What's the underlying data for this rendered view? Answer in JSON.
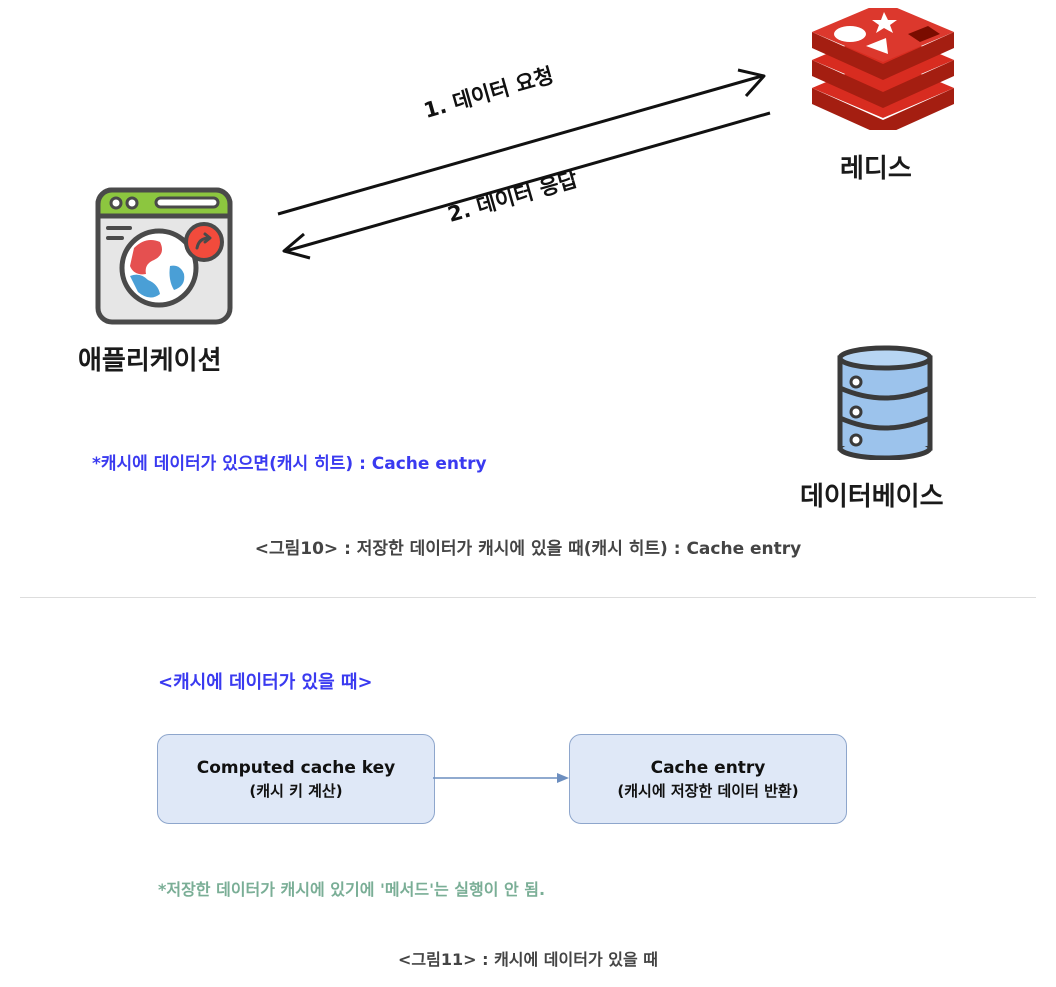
{
  "figure10": {
    "application_label": "애플리케이션",
    "redis_label": "레디스",
    "database_label": "데이터베이스",
    "arrow_request": "1. 데이터 요청",
    "arrow_response": "2. 데이터 응답",
    "note": "*캐시에 데이터가 있으면(캐시 히트) : Cache entry",
    "caption": "<그림10> : 저장한 데이터가 캐시에 있을 때(캐시 히트) : Cache entry",
    "colors": {
      "note": "#3a3af0",
      "redis": "#d82c20",
      "database": "#9cc3ec"
    }
  },
  "figure11": {
    "heading": "<캐시에 데이터가 있을 때>",
    "box_left": {
      "line1": "Computed cache key",
      "line2": "(캐시 키 계산)"
    },
    "box_right": {
      "line1": "Cache entry",
      "line2": "(캐시에 저장한 데이터 반환)"
    },
    "note": "*저장한 데이터가 캐시에 있기에 '메서드'는 실행이 안 됨.",
    "caption": "<그림11> : 캐시에 데이터가 있을 때",
    "colors": {
      "heading": "#3a3af0",
      "note": "#7aae96",
      "box_fill": "#dfe8f7"
    }
  }
}
